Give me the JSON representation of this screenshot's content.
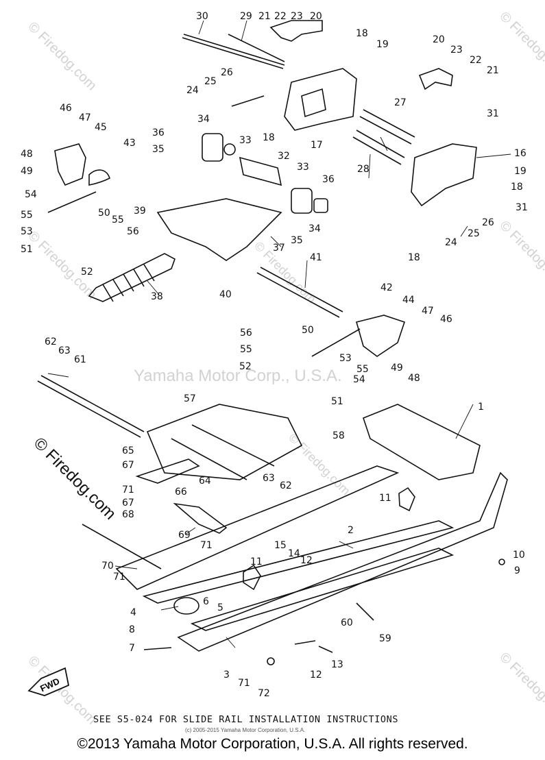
{
  "watermarks": {
    "center": "Yamaha Motor Corp., U.S.A.",
    "side": "© Firedog.com",
    "corner": "© Firedog.com"
  },
  "diagram": {
    "footnote": "SEE S5-024 FOR SLIDE RAIL INSTALLATION INSTRUCTIONS",
    "small_copyright": "(c) 2005-2015 Yamaha Motor Corporation, U.S.A.",
    "fwd_label": "FWD",
    "callouts": [
      {
        "id": "c30",
        "text": "30"
      },
      {
        "id": "c29",
        "text": "29"
      },
      {
        "id": "c21a",
        "text": "21"
      },
      {
        "id": "c22a",
        "text": "22"
      },
      {
        "id": "c23a",
        "text": "23"
      },
      {
        "id": "c20a",
        "text": "20"
      },
      {
        "id": "c18a",
        "text": "18"
      },
      {
        "id": "c19a",
        "text": "19"
      },
      {
        "id": "c20b",
        "text": "20"
      },
      {
        "id": "c23b",
        "text": "23"
      },
      {
        "id": "c22b",
        "text": "22"
      },
      {
        "id": "c21b",
        "text": "21"
      },
      {
        "id": "c26a",
        "text": "26"
      },
      {
        "id": "c25a",
        "text": "25"
      },
      {
        "id": "c24a",
        "text": "24"
      },
      {
        "id": "c27",
        "text": "27"
      },
      {
        "id": "c31a",
        "text": "31"
      },
      {
        "id": "c46a",
        "text": "46"
      },
      {
        "id": "c47a",
        "text": "47"
      },
      {
        "id": "c45",
        "text": "45"
      },
      {
        "id": "c34a",
        "text": "34"
      },
      {
        "id": "c36a",
        "text": "36"
      },
      {
        "id": "c33a",
        "text": "33"
      },
      {
        "id": "c18b",
        "text": "18"
      },
      {
        "id": "c17",
        "text": "17"
      },
      {
        "id": "c35a",
        "text": "35"
      },
      {
        "id": "c48a",
        "text": "48"
      },
      {
        "id": "c49a",
        "text": "49"
      },
      {
        "id": "c43",
        "text": "43"
      },
      {
        "id": "c32",
        "text": "32"
      },
      {
        "id": "c33b",
        "text": "33"
      },
      {
        "id": "c28",
        "text": "28"
      },
      {
        "id": "c16",
        "text": "16"
      },
      {
        "id": "c19b",
        "text": "19"
      },
      {
        "id": "c36b",
        "text": "36"
      },
      {
        "id": "c18c",
        "text": "18"
      },
      {
        "id": "c54a",
        "text": "54"
      },
      {
        "id": "c55a",
        "text": "55"
      },
      {
        "id": "c53a",
        "text": "53"
      },
      {
        "id": "c50a",
        "text": "50"
      },
      {
        "id": "c39",
        "text": "39"
      },
      {
        "id": "c55b",
        "text": "55"
      },
      {
        "id": "c56a",
        "text": "56"
      },
      {
        "id": "c51a",
        "text": "51"
      },
      {
        "id": "c34b",
        "text": "34"
      },
      {
        "id": "c35b",
        "text": "35"
      },
      {
        "id": "c37",
        "text": "37"
      },
      {
        "id": "c31b",
        "text": "31"
      },
      {
        "id": "c26b",
        "text": "26"
      },
      {
        "id": "c25b",
        "text": "25"
      },
      {
        "id": "c24b",
        "text": "24"
      },
      {
        "id": "c18d",
        "text": "18"
      },
      {
        "id": "c52a",
        "text": "52"
      },
      {
        "id": "c38",
        "text": "38"
      },
      {
        "id": "c40",
        "text": "40"
      },
      {
        "id": "c41",
        "text": "41"
      },
      {
        "id": "c42",
        "text": "42"
      },
      {
        "id": "c44",
        "text": "44"
      },
      {
        "id": "c47b",
        "text": "47"
      },
      {
        "id": "c46b",
        "text": "46"
      },
      {
        "id": "c56b",
        "text": "56"
      },
      {
        "id": "c50b",
        "text": "50"
      },
      {
        "id": "c55c",
        "text": "55"
      },
      {
        "id": "c52b",
        "text": "52"
      },
      {
        "id": "c62a",
        "text": "62"
      },
      {
        "id": "c63a",
        "text": "63"
      },
      {
        "id": "c61",
        "text": "61"
      },
      {
        "id": "c53b",
        "text": "53"
      },
      {
        "id": "c55d",
        "text": "55"
      },
      {
        "id": "c49b",
        "text": "49"
      },
      {
        "id": "c48b",
        "text": "48"
      },
      {
        "id": "c54b",
        "text": "54"
      },
      {
        "id": "c51b",
        "text": "51"
      },
      {
        "id": "c57",
        "text": "57"
      },
      {
        "id": "c1",
        "text": "1"
      },
      {
        "id": "c58",
        "text": "58"
      },
      {
        "id": "c65",
        "text": "65"
      },
      {
        "id": "c67a",
        "text": "67"
      },
      {
        "id": "c64",
        "text": "64"
      },
      {
        "id": "c71a",
        "text": "71"
      },
      {
        "id": "c66",
        "text": "66"
      },
      {
        "id": "c67b",
        "text": "67"
      },
      {
        "id": "c68",
        "text": "68"
      },
      {
        "id": "c63b",
        "text": "63"
      },
      {
        "id": "c62b",
        "text": "62"
      },
      {
        "id": "c11a",
        "text": "11"
      },
      {
        "id": "c69",
        "text": "69"
      },
      {
        "id": "c71b",
        "text": "71"
      },
      {
        "id": "c2",
        "text": "2"
      },
      {
        "id": "c15",
        "text": "15"
      },
      {
        "id": "c14",
        "text": "14"
      },
      {
        "id": "c12a",
        "text": "12"
      },
      {
        "id": "c11b",
        "text": "11"
      },
      {
        "id": "c10",
        "text": "10"
      },
      {
        "id": "c9",
        "text": "9"
      },
      {
        "id": "c70",
        "text": "70"
      },
      {
        "id": "c71c",
        "text": "71"
      },
      {
        "id": "c6",
        "text": "6"
      },
      {
        "id": "c5",
        "text": "5"
      },
      {
        "id": "c4",
        "text": "4"
      },
      {
        "id": "c60",
        "text": "60"
      },
      {
        "id": "c59",
        "text": "59"
      },
      {
        "id": "c8",
        "text": "8"
      },
      {
        "id": "c7",
        "text": "7"
      },
      {
        "id": "c3",
        "text": "3"
      },
      {
        "id": "c71d",
        "text": "71"
      },
      {
        "id": "c12b",
        "text": "12"
      },
      {
        "id": "c13",
        "text": "13"
      },
      {
        "id": "c72",
        "text": "72"
      }
    ]
  },
  "copyright": "©2013 Yamaha Motor Corporation, U.S.A. All rights reserved."
}
